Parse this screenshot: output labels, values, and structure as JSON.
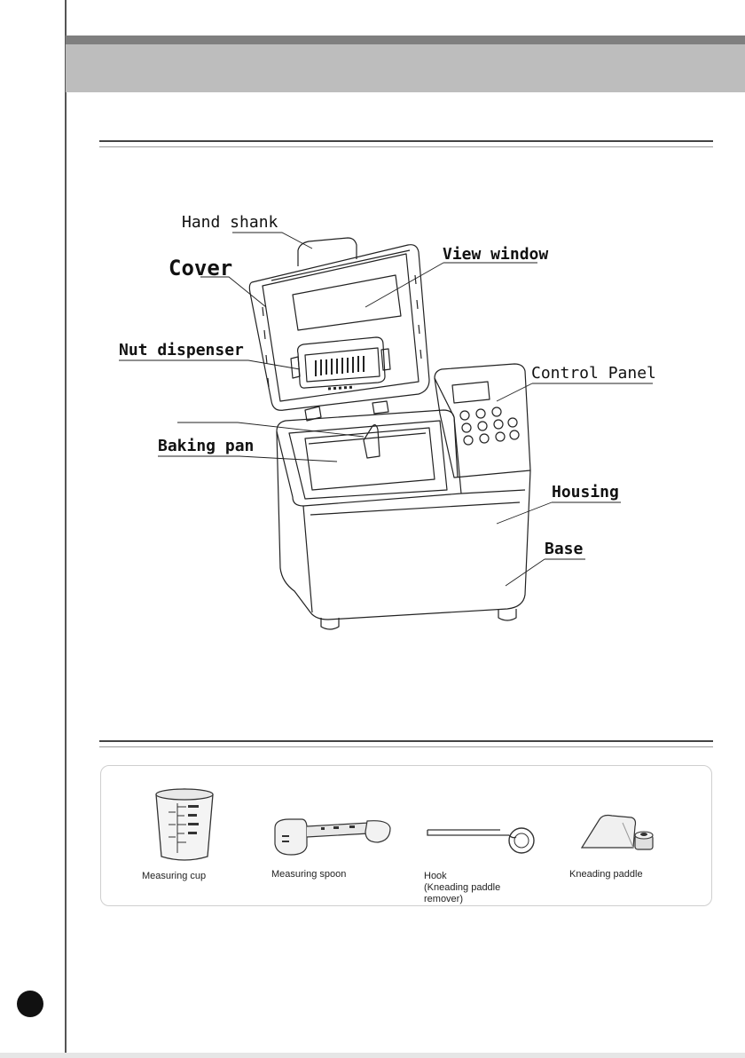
{
  "diagram": {
    "labels": {
      "hand_shank": "Hand shank",
      "cover": "Cover",
      "view_window": "View window",
      "nut_dispenser": "Nut dispenser",
      "control_panel": "Control Panel",
      "baking_pan": "Baking pan",
      "housing": "Housing",
      "base": "Base"
    }
  },
  "accessories": {
    "items": [
      {
        "caption": "Measuring cup",
        "icon": "measuring-cup-icon"
      },
      {
        "caption": "Measuring spoon",
        "icon": "measuring-spoon-icon"
      },
      {
        "caption_lines": [
          "Hook",
          "(Kneading paddle",
          "remover)"
        ],
        "icon": "hook-icon"
      },
      {
        "caption": "Kneading paddle",
        "icon": "kneading-paddle-icon"
      }
    ]
  },
  "colors": {
    "header_bar": "#bdbdbd",
    "header_bar_dark": "#7f7f7f",
    "line_art": "#222222"
  }
}
